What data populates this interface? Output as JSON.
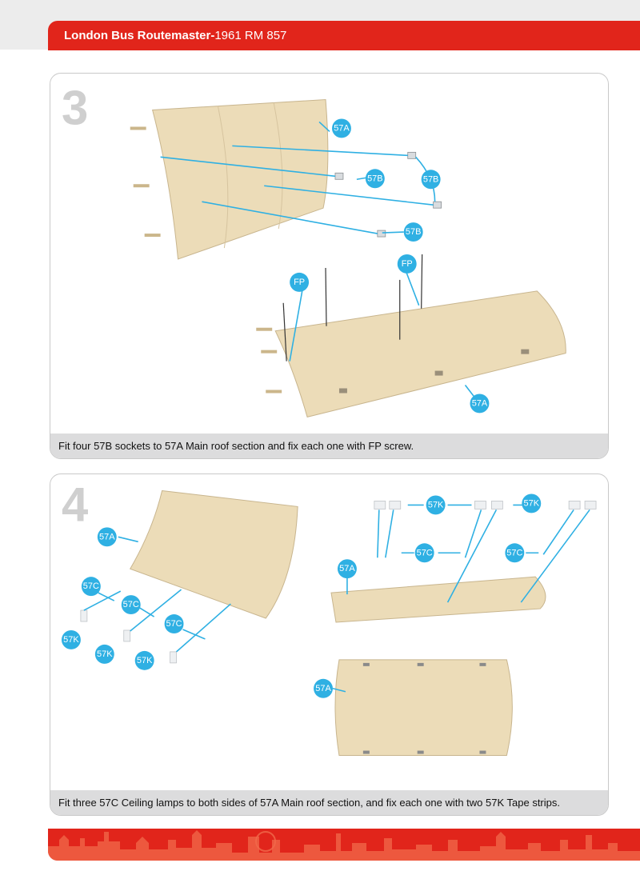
{
  "header": {
    "title_bold": "London Bus Routemaster-",
    "title_rest": "1961 RM 857"
  },
  "step3": {
    "number": "3",
    "caption": "Fit four 57B sockets to 57A Main roof section and fix each one with FP screw.",
    "labels": {
      "a1": "57A",
      "b1": "57B",
      "b2": "57B",
      "b3": "57B",
      "fp1": "FP",
      "fp2": "FP",
      "a2": "57A"
    }
  },
  "step4": {
    "number": "4",
    "caption": "Fit three 57C Ceiling lamps to both sides of 57A Main roof section, and fix each one with two 57K Tape strips.",
    "labels": {
      "a1": "57A",
      "c1": "57C",
      "c2": "57C",
      "c3": "57C",
      "k1": "57K",
      "k2": "57K",
      "k3": "57K",
      "k4": "57K",
      "k5": "57K",
      "c4": "57C",
      "c5": "57C",
      "a2": "57A",
      "a3": "57A"
    }
  },
  "colors": {
    "brand_red": "#e1251b",
    "callout_blue": "#2fb0e3",
    "part_beige": "#ecdcb8"
  }
}
